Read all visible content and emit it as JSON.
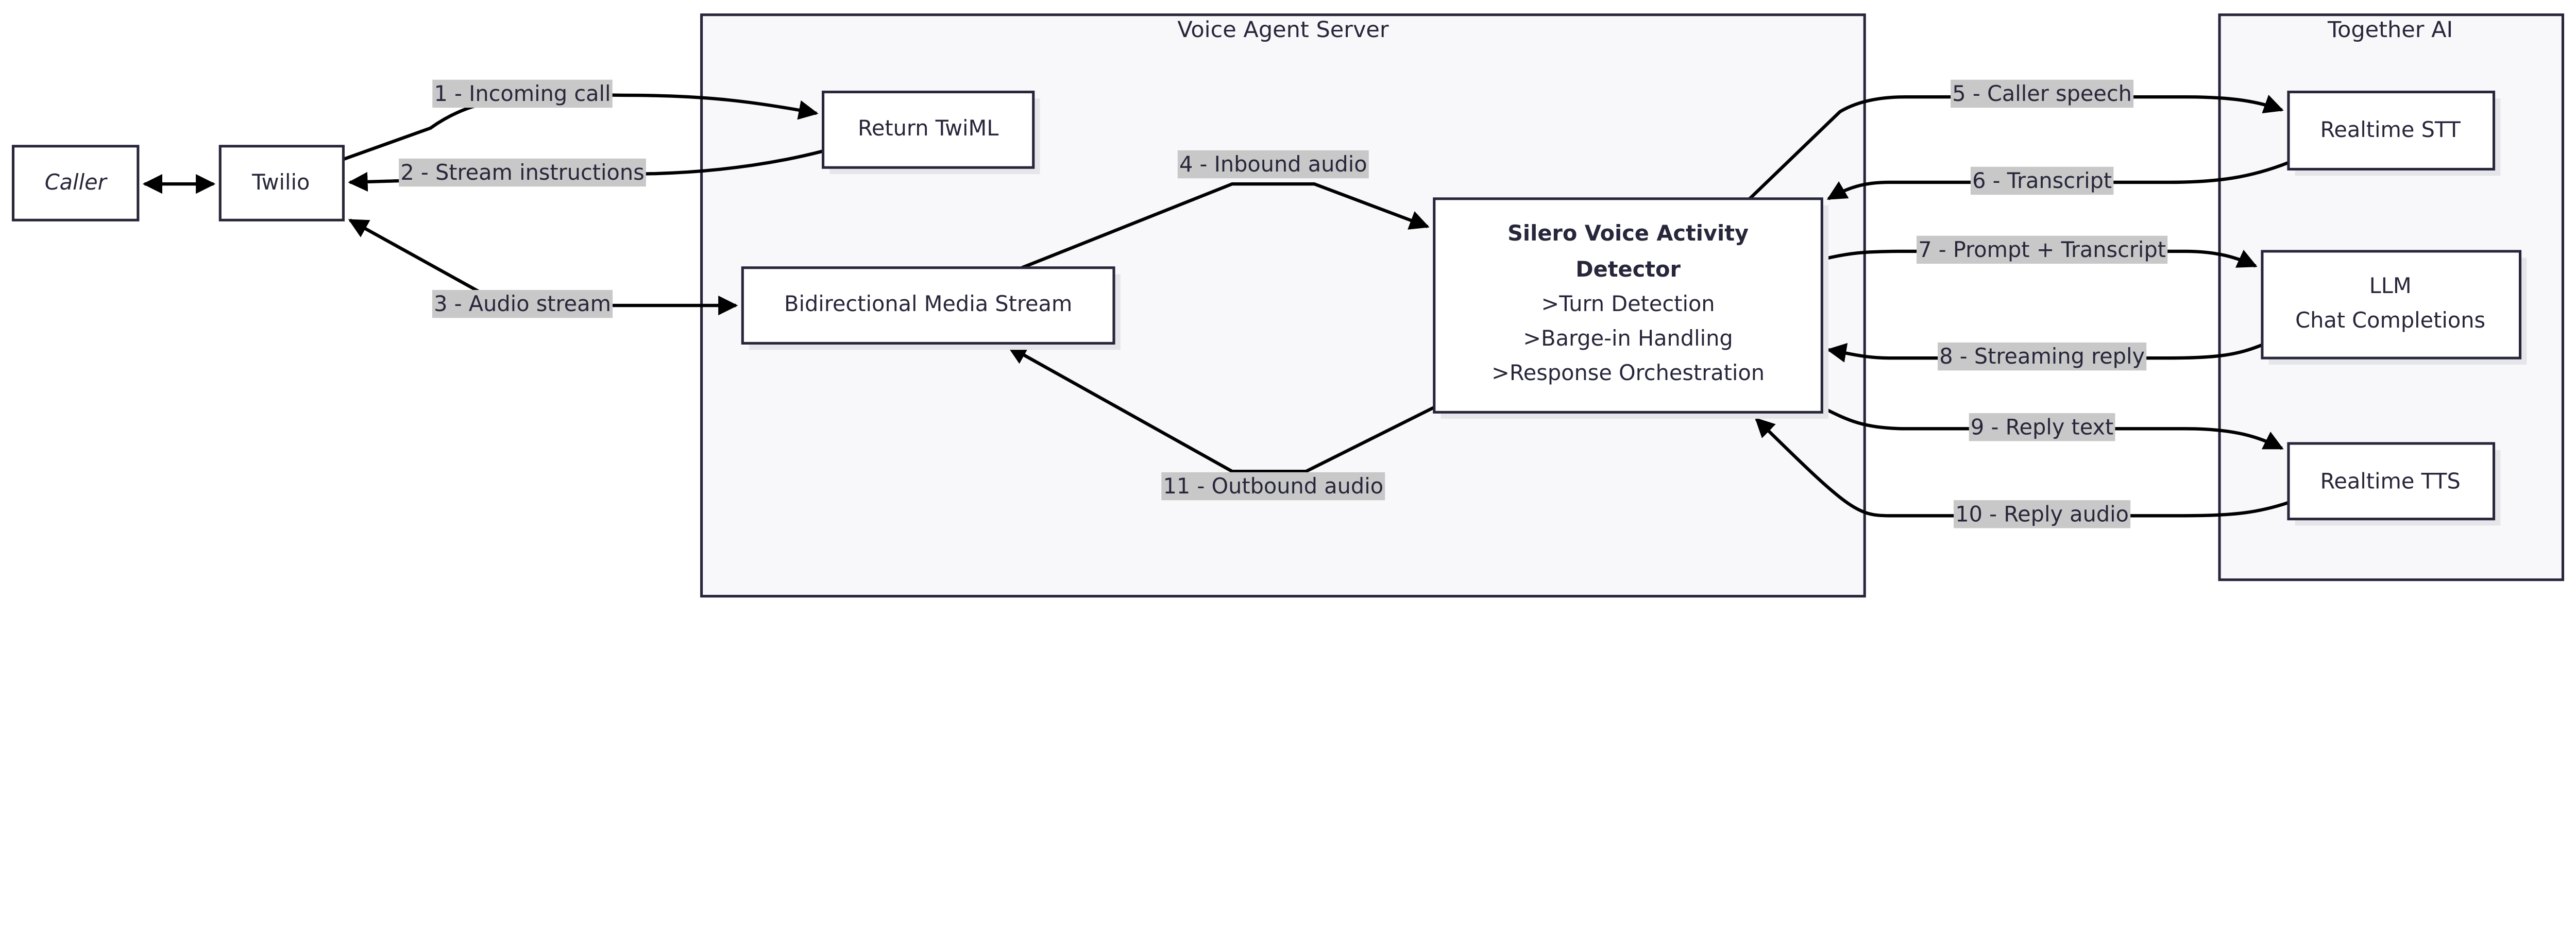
{
  "clusters": {
    "server": {
      "title": "Voice Agent Server"
    },
    "together": {
      "title": "Together AI"
    }
  },
  "nodes": {
    "caller": "Caller",
    "twilio": "Twilio",
    "twiml": "Return TwiML",
    "media": "Bidirectional Media Stream",
    "vad": {
      "title1": "Silero Voice Activity",
      "title2": "Detector",
      "line1": ">Turn Detection",
      "line2": ">Barge-in Handling",
      "line3": ">Response Orchestration"
    },
    "stt": "Realtime STT",
    "llm1": "LLM",
    "llm2": "Chat Completions",
    "tts": "Realtime TTS"
  },
  "edges": [
    {
      "label": "1 - Incoming call"
    },
    {
      "label": "2 - Stream instructions"
    },
    {
      "label": "3 - Audio stream"
    },
    {
      "label": "4 - Inbound audio"
    },
    {
      "label": "5 - Caller speech"
    },
    {
      "label": "6 - Transcript"
    },
    {
      "label": "7 - Prompt + Transcript"
    },
    {
      "label": "8 - Streaming reply"
    },
    {
      "label": "9 - Reply text"
    },
    {
      "label": "10 - Reply audio"
    },
    {
      "label": "11 - Outbound audio"
    }
  ],
  "colors": {
    "stroke": "#27263a",
    "cluster_fill": "#f8f8fb",
    "label_bg": "#c8c8c8"
  }
}
